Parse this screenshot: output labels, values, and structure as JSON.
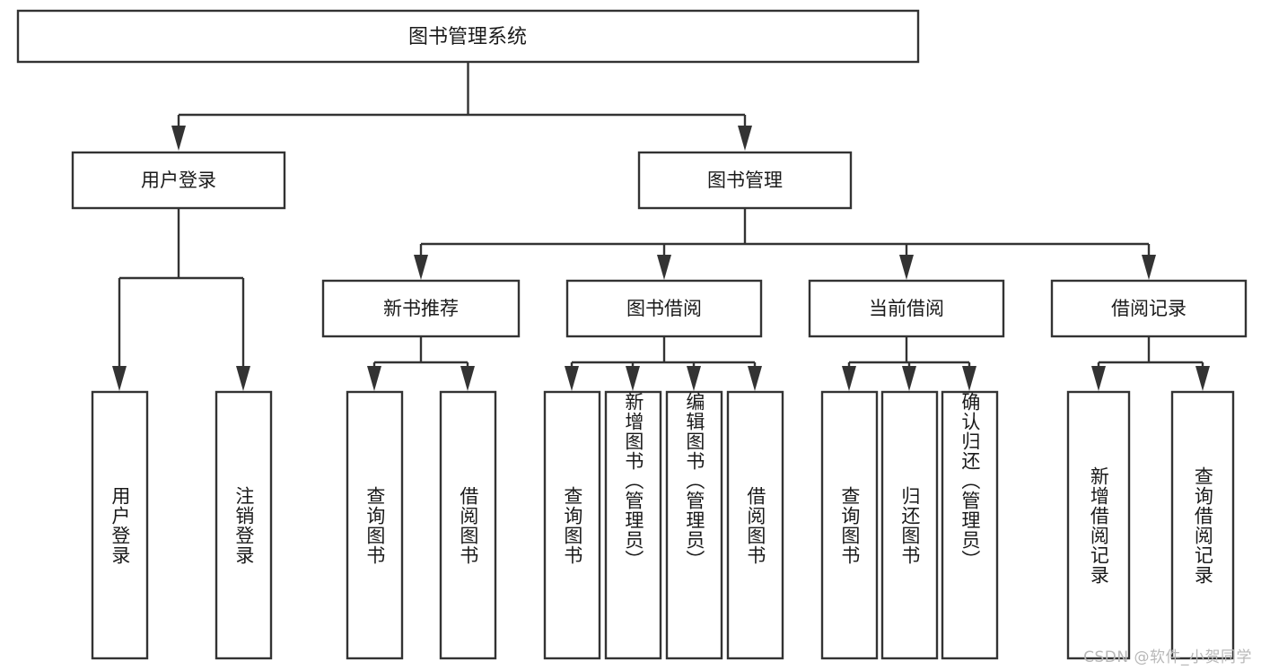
{
  "diagram": {
    "type": "hierarchy-tree",
    "title": "图书管理系统",
    "root": {
      "id": "root",
      "label": "图书管理系统"
    },
    "level2": [
      {
        "id": "user-login",
        "label": "用户登录"
      },
      {
        "id": "book-manage",
        "label": "图书管理"
      }
    ],
    "level3": [
      {
        "id": "new-book-rec",
        "label": "新书推荐",
        "parent": "book-manage"
      },
      {
        "id": "book-borrow",
        "label": "图书借阅",
        "parent": "book-manage"
      },
      {
        "id": "current-borrow",
        "label": "当前借阅",
        "parent": "book-manage"
      },
      {
        "id": "borrow-record",
        "label": "借阅记录",
        "parent": "book-manage"
      }
    ],
    "leaves": [
      {
        "id": "leaf-user-login",
        "label": "用户登录",
        "parent": "user-login"
      },
      {
        "id": "leaf-logout",
        "label": "注销登录",
        "parent": "user-login"
      },
      {
        "id": "leaf-query-book-1",
        "label": "查询图书",
        "parent": "new-book-rec"
      },
      {
        "id": "leaf-borrow-book-1",
        "label": "借阅图书",
        "parent": "new-book-rec"
      },
      {
        "id": "leaf-query-book-2",
        "label": "查询图书",
        "parent": "book-borrow"
      },
      {
        "id": "leaf-add-book",
        "label": "新增图书（管理员）",
        "parent": "book-borrow"
      },
      {
        "id": "leaf-edit-book",
        "label": "编辑图书（管理员）",
        "parent": "book-borrow"
      },
      {
        "id": "leaf-borrow-book-2",
        "label": "借阅图书",
        "parent": "book-borrow"
      },
      {
        "id": "leaf-query-book-3",
        "label": "查询图书",
        "parent": "current-borrow"
      },
      {
        "id": "leaf-return-book",
        "label": "归还图书",
        "parent": "current-borrow"
      },
      {
        "id": "leaf-confirm-return",
        "label": "确认归还（管理员）",
        "parent": "current-borrow"
      },
      {
        "id": "leaf-add-record",
        "label": "新增借阅记录",
        "parent": "borrow-record"
      },
      {
        "id": "leaf-query-record",
        "label": "查询借阅记录",
        "parent": "borrow-record"
      }
    ]
  },
  "watermark": {
    "text": "CSDN @软件_小贺同学"
  },
  "colors": {
    "stroke": "#333333",
    "box_fill": "#ffffff",
    "text": "#1a1a1a",
    "watermark": "#b8b8b8",
    "background": "#ffffff"
  }
}
